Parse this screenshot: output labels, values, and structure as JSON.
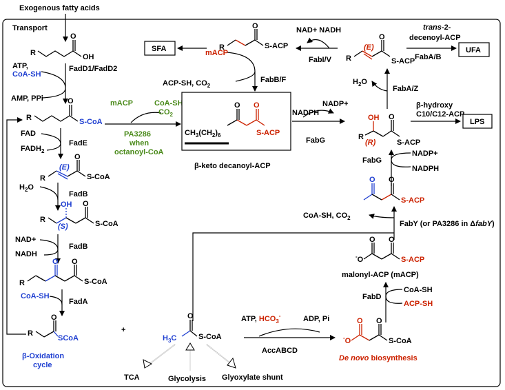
{
  "header": {
    "exogenous": "Exogenous fatty acids",
    "transport": "Transport"
  },
  "outputs": {
    "sfa": "SFA",
    "ufa": "UFA",
    "lps": "LPS"
  },
  "beta_oxidation": {
    "atp": "ATP,",
    "coa_sh": "CoA-SH",
    "fadd": "FadD1/FadD2",
    "amp": "AMP, PPi",
    "fad": "FAD",
    "fadh2": "FADH",
    "fadh2_sub": "2",
    "fade": "FadE",
    "h2o": "H",
    "h2o_sub": "2",
    "h2o_o": "O",
    "fadb1": "FadB",
    "nad": "NAD+",
    "nadh": "NADH",
    "fadb2": "FadB",
    "coash2": "CoA-SH",
    "fada": "FadA",
    "cycle_l1": "β-Oxidation",
    "cycle_l2": "cycle",
    "e_label": "(E)",
    "s_label": "(S)",
    "oh": "OH",
    "oxo": "O",
    "r": "R",
    "scoa": "S-CoA",
    "scoa_blue": "SCoA",
    "oh_acid": "OH",
    "scoa_blue2": "S-CoA"
  },
  "center": {
    "mACP_green": "mACP",
    "coash_co2_l1": "CoA-SH,",
    "coash_co2_l2": "CO",
    "pa3286_l1": "PA3286",
    "pa3286_l2": "when",
    "pa3286_l3": "octanoyl-CoA",
    "keto_formula": "CH",
    "keto_sub3": "3",
    "keto_ch2": "(CH",
    "keto_sub2": "2",
    "keto_sub6": ")",
    "keto_six": "6",
    "keto_sacp": "S-ACP",
    "keto_name": "β-keto decanoyl-ACP",
    "nadph": "NADPH",
    "nadp": "NADP+",
    "fabg": "FabG"
  },
  "top": {
    "macp": "mACP",
    "acpsh": "ACP-SH, CO",
    "fabbf": "FabB/F",
    "sacp": "S-ACP",
    "nad_nadh": "NAD+ NADH",
    "fabiv": "FabI/V",
    "trans_l1": "trans",
    "trans_l1b": "-2-",
    "trans_l2": "decenoyl-ACP",
    "fabab": "FabA/B",
    "h2o": "H",
    "fabaz": "FabA/Z",
    "e_label": "(E)"
  },
  "right": {
    "hydroxy_l1": "β-hydroxy",
    "hydroxy_l2": "C10/C12-ACP",
    "r_label": "(R)",
    "oh": "OH",
    "sacp": "S-ACP",
    "nadp": "NADP+",
    "fabg": "FabG",
    "nadph": "NADPH",
    "ketoacp": "S-ACP",
    "coash_co2": "CoA-SH, CO",
    "faby": "FabY (or PA3286 in Δ",
    "faby_gene": "fabY",
    "faby_end": ")",
    "malonyl_name": "malonyl-ACP (mACP)",
    "malonyl_sacp": "S-ACP",
    "o_minus": "O",
    "fabd": "FabD",
    "coash": "CoA-SH",
    "acpsh": "ACP-SH"
  },
  "bottom": {
    "plus": "+",
    "h3c": "H",
    "h3c_sub": "3",
    "h3c_c": "C",
    "scoa": "S-CoA",
    "atp": "ATP, ",
    "hco3": "HCO",
    "hco3_sub": "3",
    "hco3_sup": "-",
    "adp": "ADP, Pi",
    "accabcd": "AccABCD",
    "denovo_scoa": "S-CoA",
    "denovo_label": "De novo",
    "denovo_label2": " biosynthesis",
    "tca": "TCA",
    "glycolysis": "Glycolysis",
    "glyoxylate": "Glyoxylate shunt"
  },
  "colors": {
    "blue": "#1f3fd1",
    "red": "#cc2200",
    "green": "#4a8a1a"
  }
}
